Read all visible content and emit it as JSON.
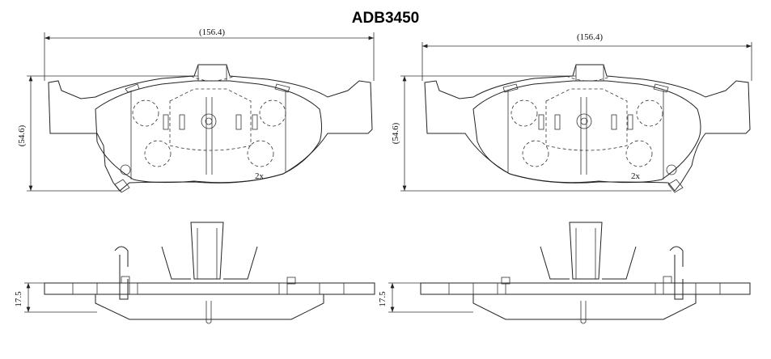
{
  "title": "ADB3450",
  "views": [
    {
      "width_label": "(156.4)",
      "height_label": "(54.6)",
      "count_label": "2x",
      "thickness_label": "17.5"
    },
    {
      "width_label": "(156.4)",
      "height_label": "(54.6)",
      "count_label": "2x",
      "thickness_label": "17.5"
    }
  ]
}
